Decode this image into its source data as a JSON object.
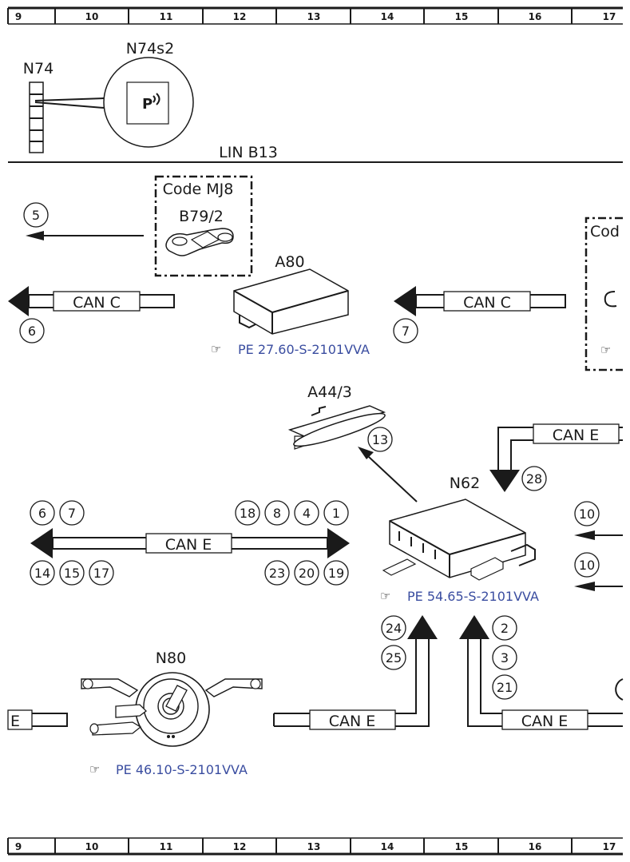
{
  "grid": {
    "columns": [
      "9",
      "10",
      "11",
      "12",
      "13",
      "14",
      "15",
      "16",
      "17"
    ]
  },
  "components": {
    "n74": "N74",
    "n74s2": "N74s2",
    "lin_bus": "LIN B13",
    "code_box_left": "Code MJ8",
    "b79_2": "B79/2",
    "code_box_right": "Cod",
    "a80": "A80",
    "a44_3": "A44/3",
    "n62": "N62",
    "n80": "N80"
  },
  "bus_labels": {
    "can_c_left": "CAN C",
    "can_c_right": "CAN C",
    "can_e_top_right": "CAN E",
    "can_e_middle": "CAN E",
    "can_e_bottom_left": "E",
    "can_e_bottom_mid": "CAN E",
    "can_e_bottom_right": "CAN E"
  },
  "references": {
    "a80_ref": "PE 27.60-S-2101VVA",
    "n62_ref": "PE 54.65-S-2101VVA",
    "n80_ref": "PE 46.10-S-2101VVA"
  },
  "circles": {
    "c5": "5",
    "c6a": "6",
    "c7a": "7",
    "c13": "13",
    "c28": "28",
    "c6b": "6",
    "c7b": "7",
    "c18": "18",
    "c8": "8",
    "c4": "4",
    "c1": "1",
    "c14": "14",
    "c15": "15",
    "c17": "17",
    "c23": "23",
    "c20": "20",
    "c19": "19",
    "c10a": "10",
    "c10b": "10",
    "c24": "24",
    "c25": "25",
    "c2": "2",
    "c3": "3",
    "c21": "21"
  },
  "colors": {
    "line": "#1a1a1a",
    "reference_link": "#3a4da0"
  }
}
